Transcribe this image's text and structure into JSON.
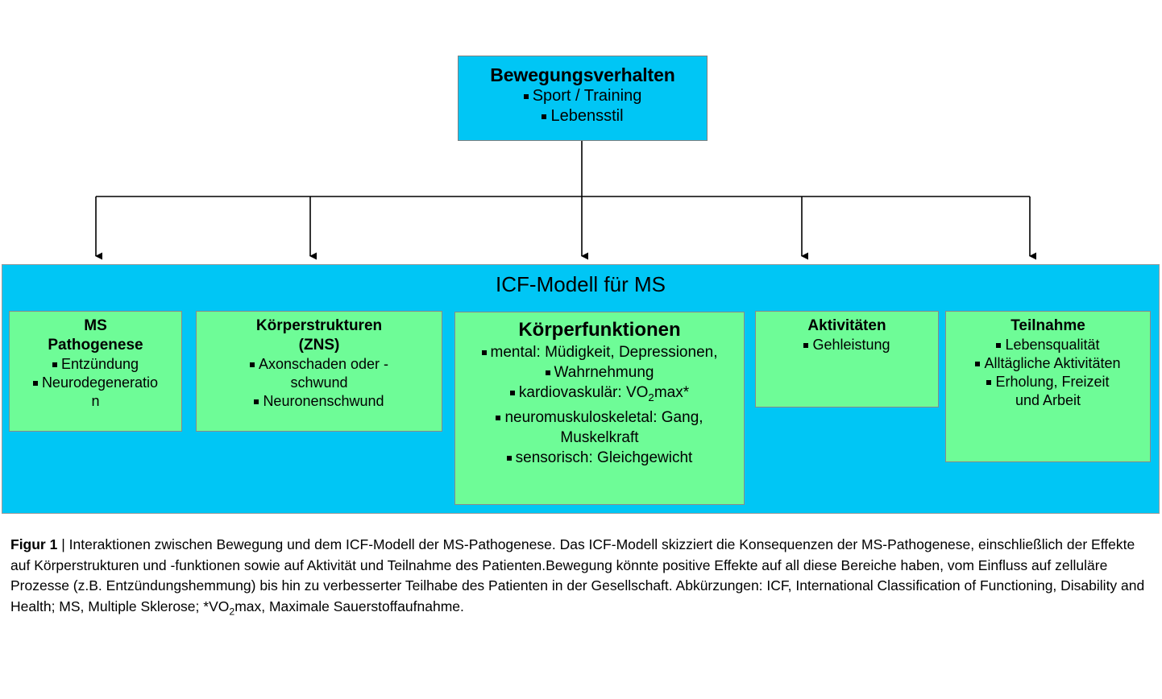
{
  "figure": {
    "top_node": {
      "title": "Bewegungsverhalten",
      "bullets": [
        "Sport / Training",
        "Lebensstil"
      ]
    },
    "band": {
      "title": "ICF-Modell für MS"
    },
    "boxes": [
      {
        "id": "ms-pathogenese",
        "title_line1": "MS",
        "title_line2": "Pathogenese",
        "bullets": [
          "Entzündung",
          "Neurodegeneratio",
          "n"
        ]
      },
      {
        "id": "koerperstrukturen",
        "title_line1": "Körperstrukturen",
        "title_line2": "(ZNS)",
        "bullets": [
          "Axonschaden oder -",
          "schwund",
          "Neuronenschwund"
        ]
      },
      {
        "id": "koerperfunktionen",
        "title_line1": "Körperfunktionen",
        "bullets": [
          "mental: Müdigkeit, Depressionen,",
          "Wahrnehmung",
          "kardiovaskulär: VO2max*",
          "neuromuskuloskeletal: Gang,",
          "Muskelkraft",
          "sensorisch: Gleichgewicht"
        ]
      },
      {
        "id": "aktivitaeten",
        "title_line1": "Aktivitäten",
        "bullets": [
          "Gehleistung"
        ]
      },
      {
        "id": "teilnahme",
        "title_line1": "Teilnahme",
        "bullets": [
          "Lebensqualität",
          "Alltägliche Aktivitäten",
          "Erholung, Freizeit",
          "und Arbeit"
        ]
      }
    ]
  },
  "caption": {
    "label": "Figur 1",
    "separator": " | ",
    "text_part1": "Interaktionen zwischen Bewegung und dem ICF-Modell der MS-Pathogenese. Das ICF-Modell skizziert die Konsequenzen der MS-Pathogenese, einschließlich der Effekte auf Körperstrukturen und -funktionen sowie auf Aktivität und Teilnahme des Patienten.Bewegung könnte positive Effekte auf all diese Bereiche haben, vom Einfluss auf zelluläre Prozesse (z.B. Entzündungshemmung) bis hin zu verbesserter Teilhabe des Patienten in der Gesellschaft. Abkürzungen: ICF, International Classification of Functioning, Disability and Health; MS, Multiple Sklerose; *VO",
    "sub": "2",
    "text_part2": "max, Maximale Sauerstoffaufnahme."
  },
  "colors": {
    "cyan": "#00c6f5",
    "green": "#6efc97",
    "border": "#8a8a8a",
    "connector": "#000000"
  }
}
